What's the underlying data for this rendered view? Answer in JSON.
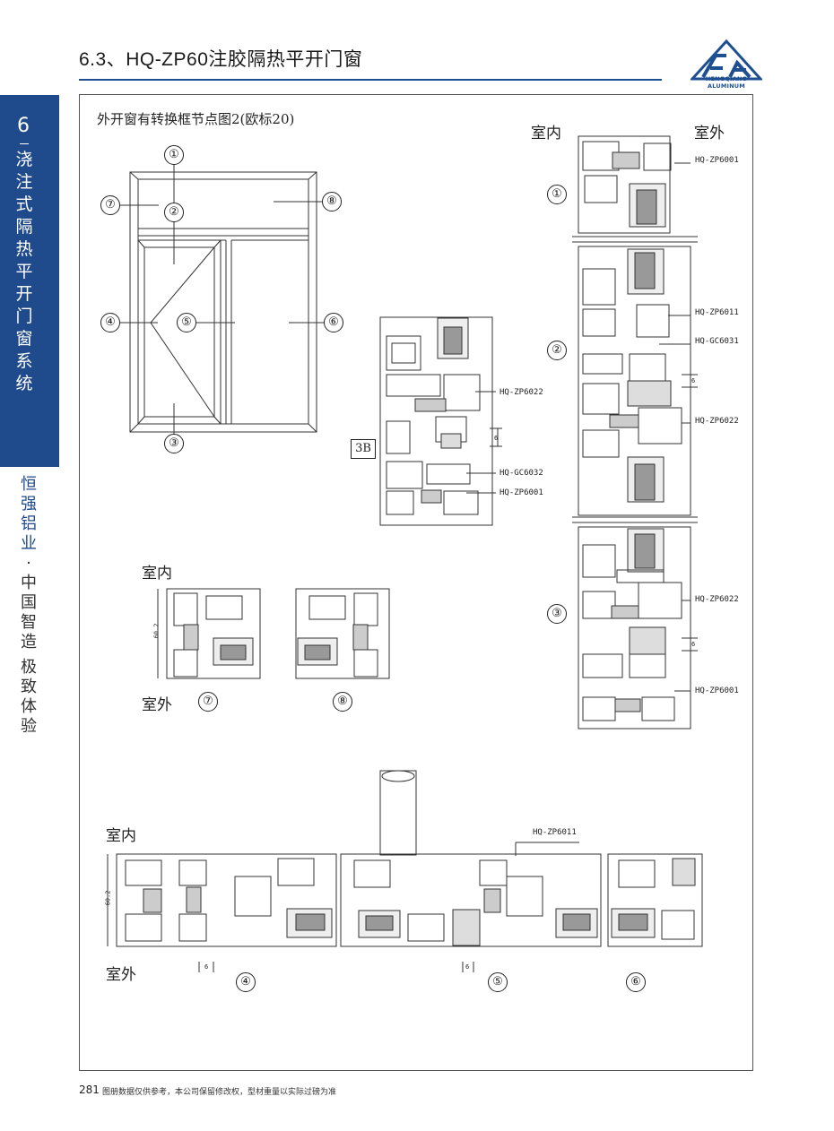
{
  "header": {
    "title": "6.3、HQ-ZP60注胶隔热平开门窗",
    "logo_text": "HENGQIANG ALUMINUM",
    "accent_color": "#1d4f91"
  },
  "side_tab": {
    "number": "6",
    "title_chars": [
      "浇",
      "注",
      "式",
      "隔",
      "热",
      "平",
      "开",
      "门",
      "窗",
      "系",
      "统"
    ],
    "slogan_blue": [
      "恒",
      "强",
      "铝",
      "业"
    ],
    "slogan_dot": "·",
    "slogan_dark": [
      "中",
      "国",
      "智",
      "造"
    ],
    "slogan_dark2": [
      "极",
      "致",
      "体",
      "验"
    ],
    "color": "#1f4a8c"
  },
  "main": {
    "title": "外开窗有转换框节点图2(欧标20)",
    "indoor": "室内",
    "outdoor": "室外",
    "box_label": "3B",
    "nodes": [
      "①",
      "②",
      "③",
      "④",
      "⑤",
      "⑥",
      "⑦",
      "⑧"
    ],
    "codes": {
      "zp6001": "HQ-ZP6001",
      "zp6011": "HQ-ZP6011",
      "gc6031": "HQ-GC6031",
      "zp6022": "HQ-ZP6022",
      "gc6032": "HQ-GC6032"
    },
    "dim_602": "60.2",
    "dim_6": "6"
  },
  "footer": {
    "page_number": "281",
    "note": "图册数据仅供参考，本公司保留修改权，型材重量以实际过磅为准"
  }
}
